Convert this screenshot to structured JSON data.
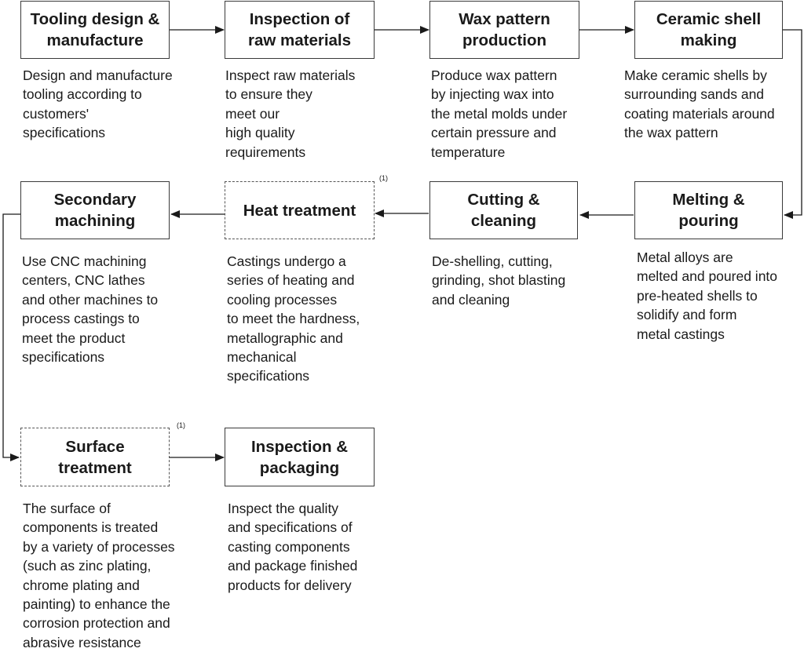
{
  "footnote_mark": "(1)",
  "steps": [
    {
      "id": "tooling",
      "title": [
        "Tooling design &",
        "manufacture"
      ],
      "desc": [
        "Design and manufacture",
        "tooling according to",
        "customers'",
        "specifications"
      ]
    },
    {
      "id": "inspection_raw",
      "title": [
        "Inspection of",
        "raw materials"
      ],
      "desc": [
        "Inspect raw materials",
        "to ensure they",
        "meet our",
        "high quality",
        "requirements"
      ]
    },
    {
      "id": "wax_pattern",
      "title": [
        "Wax pattern",
        "production"
      ],
      "desc": [
        "Produce wax pattern",
        "by injecting wax into",
        "the metal molds under",
        "certain pressure and",
        "temperature"
      ]
    },
    {
      "id": "ceramic_shell",
      "title": [
        "Ceramic shell",
        "making"
      ],
      "desc": [
        "Make ceramic shells by",
        "surrounding sands and",
        "coating materials around",
        "the wax pattern"
      ]
    },
    {
      "id": "melting",
      "title": [
        "Melting &",
        "pouring"
      ],
      "desc": [
        "Metal alloys are",
        "melted and poured into",
        "pre-heated shells to",
        "solidify and form",
        "metal castings"
      ]
    },
    {
      "id": "cutting",
      "title": [
        "Cutting &",
        "cleaning"
      ],
      "desc": [
        "De-shelling, cutting,",
        "grinding, shot blasting",
        "and cleaning"
      ]
    },
    {
      "id": "heat_treatment",
      "title": [
        "Heat treatment"
      ],
      "desc": [
        "Castings undergo a",
        "series of heating and",
        "cooling processes",
        "to meet the hardness,",
        "metallographic and",
        "mechanical",
        "specifications"
      ]
    },
    {
      "id": "secondary_machining",
      "title": [
        "Secondary",
        "machining"
      ],
      "desc": [
        "Use CNC machining",
        "centers, CNC lathes",
        "and other machines to",
        "process castings to",
        "meet the product",
        "specifications"
      ]
    },
    {
      "id": "surface_treatment",
      "title": [
        "Surface",
        "treatment"
      ],
      "desc": [
        "The surface of",
        "components is treated",
        "by a variety of processes",
        "(such as zinc plating,",
        "chrome plating and",
        "painting) to enhance the",
        "corrosion protection and",
        "abrasive resistance"
      ]
    },
    {
      "id": "inspection_packaging",
      "title": [
        "Inspection &",
        "packaging"
      ],
      "desc": [
        "Inspect the quality",
        "and specifications of",
        "casting components",
        "and package finished",
        "products for delivery"
      ]
    }
  ]
}
